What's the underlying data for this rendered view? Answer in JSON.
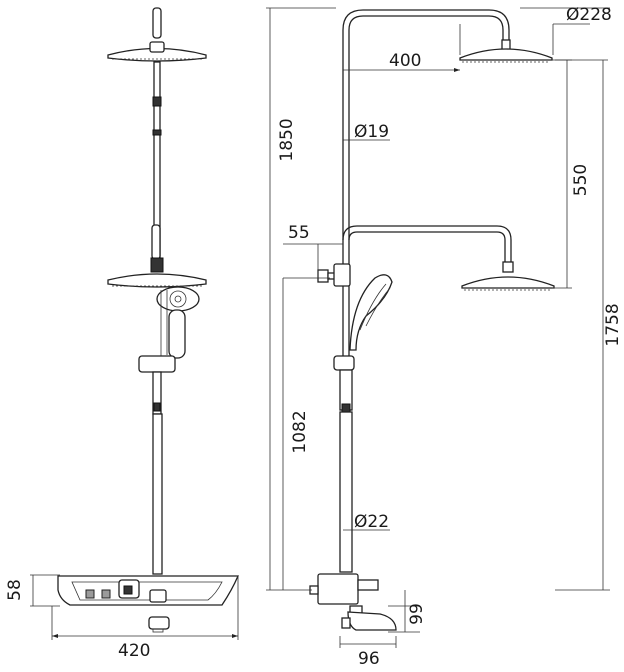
{
  "dimensions": {
    "head_diameter": "Ø228",
    "arm_length": "400",
    "total_height": "1850",
    "upper_pipe_diameter": "Ø19",
    "head_distance": "550",
    "holder_offset": "55",
    "head_height": "1758",
    "mixer_height": "1082",
    "lower_pipe_diameter": "Ø22",
    "shelf_height": "58",
    "shelf_width": "420",
    "spout_height": "99",
    "spout_depth": "96"
  }
}
